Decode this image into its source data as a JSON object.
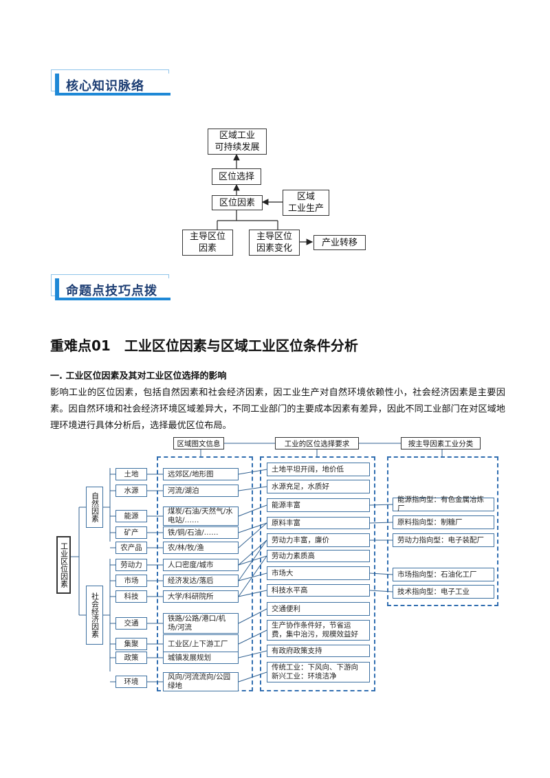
{
  "banners": {
    "core": "核心知识脉络",
    "tips": "命题点技巧点拨"
  },
  "flow": {
    "top": "区域工业\n可持续发展",
    "selection": "区位选择",
    "factors": "区位因素",
    "region": "区域\n工业生产",
    "dominant": "主导区位\n因素",
    "change": "主导区位\n因素变化",
    "transfer": "产业转移"
  },
  "section": {
    "heading": "重难点01　工业区位因素与区域工业区位条件分析",
    "subheading": "一. 工业区位因素及其对工业区位选择的影响",
    "paragraph": "影响工业的区位因素，包括自然因素和社会经济因素，因工业生产对自然环境依赖性小，社会经济因素是主要因素。因自然环境和社会经济环境区域差异大，不同工业部门的主要成本因素有差异，因此不同工业部门在对区域地理环境进行具体分析后，选择最优区位布局。"
  },
  "diagram": {
    "headers": [
      "区域图文信息",
      "工业的区位选择要求",
      "按主导因素工业分类"
    ],
    "root": "工业区位因素",
    "natural": "自然因素",
    "social": "社会经济因素",
    "factors": [
      "土地",
      "水源",
      "能源",
      "矿产",
      "农产品",
      "劳动力",
      "市场",
      "科技",
      "交通",
      "集聚",
      "政策",
      "环境"
    ],
    "info": [
      "远郊区/地形图",
      "河流/湖泊",
      "煤炭/石油/天然气/水电站/……",
      "铁/铜/石油/……",
      "农/林/牧/渔",
      "人口密度/城市",
      "经济发达/落后",
      "大学/科研院所",
      "铁路/公路/港口/机场/河流",
      "工业区/上下游工厂",
      "城镇发展规划",
      "风向/河流流向/公园绿地"
    ],
    "requirements": [
      "土地平坦开阔，地价低",
      "水源充足，水质好",
      "能源丰富",
      "原料丰富",
      "劳动力丰富，廉价",
      "劳动力素质高",
      "市场大",
      "科技水平高",
      "交通便利",
      "生产协作条件好，节省运费，集中治污，规模效益好",
      "有政府政策支持",
      "传统工业：下风向、下游向\n新兴工业：环境洁净"
    ],
    "types": [
      "能源指向型：有色金属冶炼厂",
      "原料指向型：制糖厂",
      "劳动力指向型：电子装配厂",
      "市场指向型：石油化工厂",
      "技术指向型：电子工业"
    ]
  }
}
